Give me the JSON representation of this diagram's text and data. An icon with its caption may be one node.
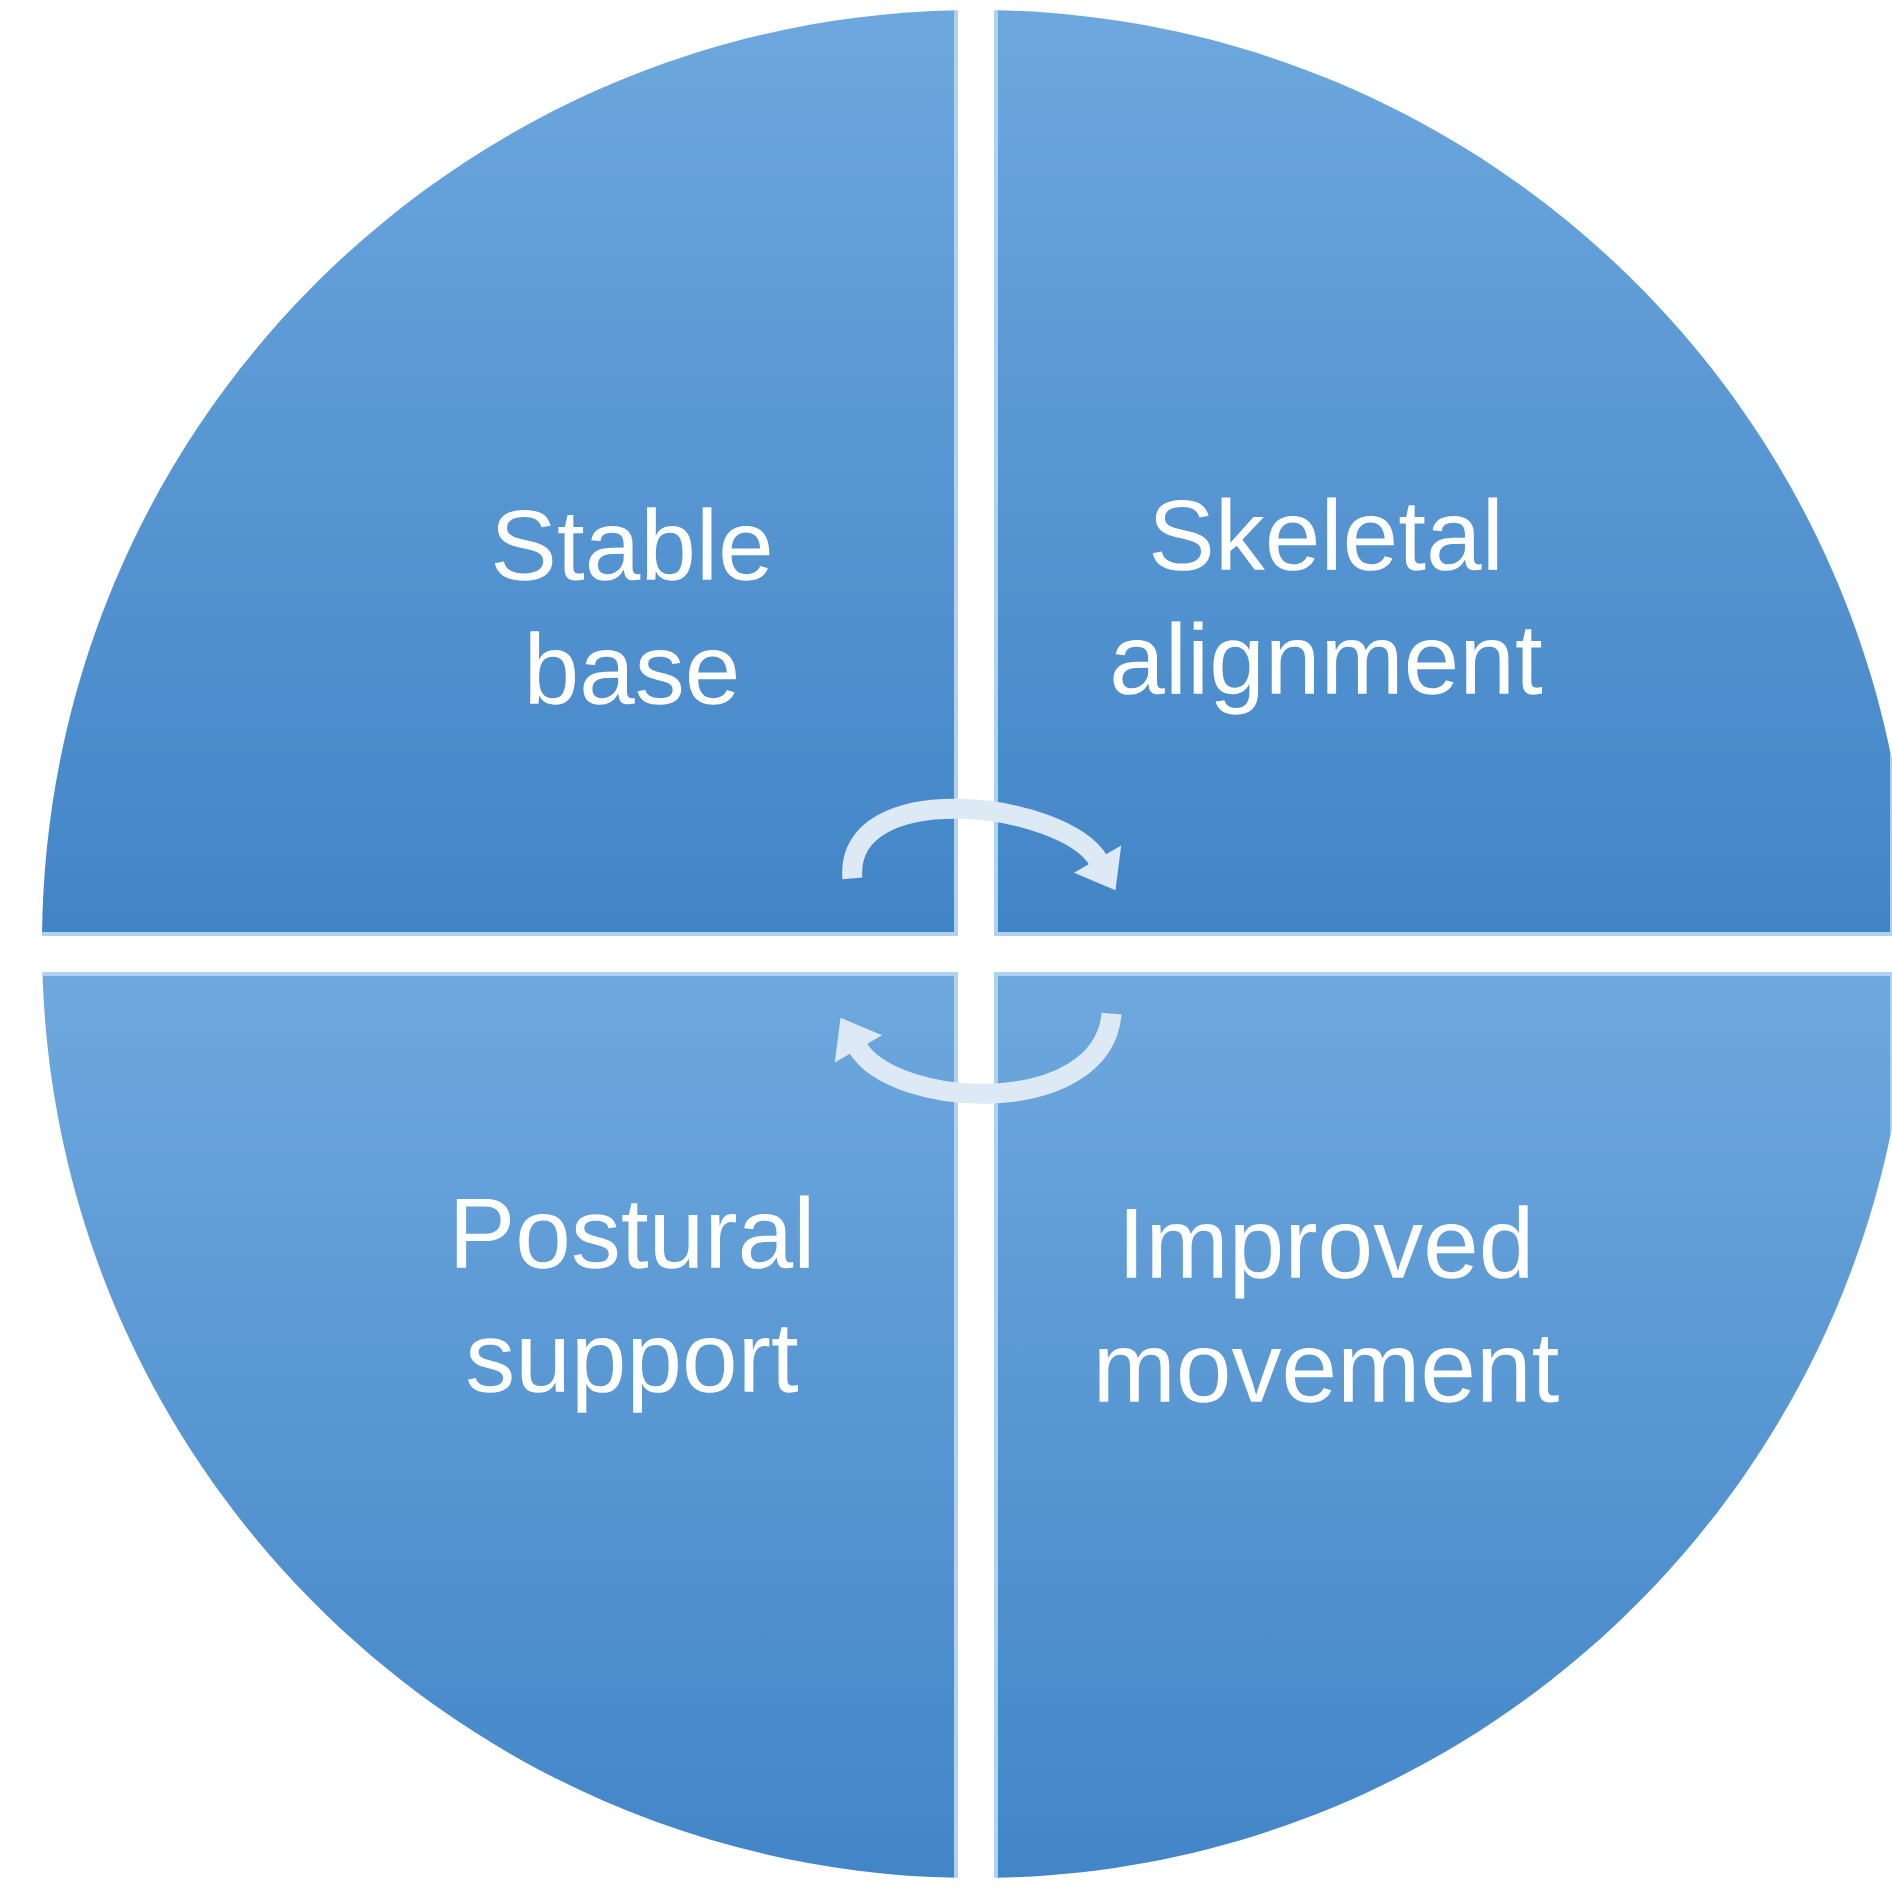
{
  "diagram": {
    "nodes": [
      {
        "text": [
          "Stable base"
        ]
      },
      {
        "text": [
          "Skeletal alignment"
        ]
      },
      {
        "text": [
          "Postural support"
        ]
      },
      {
        "text": [
          "Improved movement"
        ]
      }
    ],
    "edges": [
      {
        "from": 0,
        "to": 1,
        "arrow": "to"
      },
      {
        "from": 3,
        "to": 2,
        "arrow": "to"
      }
    ]
  }
}
